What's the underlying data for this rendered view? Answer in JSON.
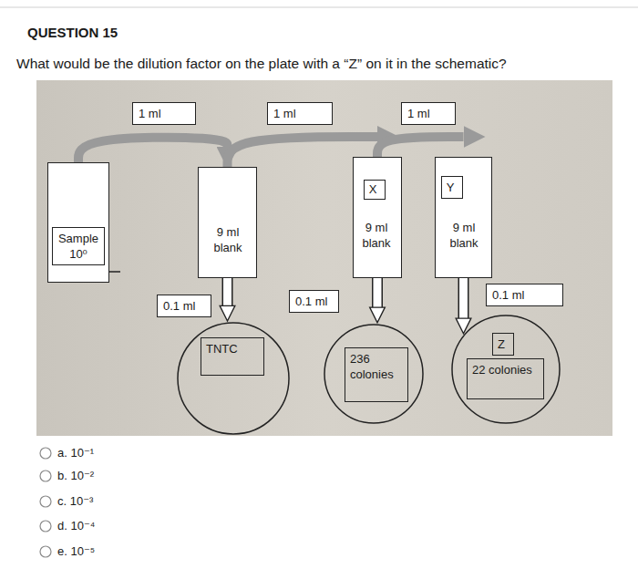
{
  "diagram": {
    "title": "QUESTION 15",
    "nodes": [
      {
        "text": [
          "Sample 10⁰"
        ]
      },
      {
        "text": [
          "9 ml blank"
        ]
      },
      {
        "text": [
          "9 ml blank"
        ]
      },
      {
        "text": [
          "X"
        ],
        "in": 2
      },
      {
        "text": [
          "9 ml blank"
        ]
      },
      {
        "text": [
          "Y"
        ],
        "in": 4
      },
      {
        "text": [
          "TNTC"
        ]
      },
      {
        "text": [
          "236 colonies"
        ]
      },
      {
        "text": [
          "22 colonies"
        ]
      },
      {
        "text": [
          "Z"
        ],
        "in": 8
      }
    ],
    "edges": [
      {
        "from": 0,
        "to": 1,
        "arrow": "to",
        "label": "1 ml"
      },
      {
        "from": 1,
        "to": 2,
        "arrow": "to",
        "label": "1 ml"
      },
      {
        "from": 2,
        "to": 4,
        "arrow": "to",
        "label": "1 ml"
      },
      {
        "from": 1,
        "to": 6,
        "arrow": "to",
        "label": "0.1 ml"
      },
      {
        "from": 2,
        "to": 7,
        "arrow": "to",
        "label": "0.1 ml"
      },
      {
        "from": 4,
        "to": 8,
        "arrow": "to",
        "label": "0.1 ml"
      }
    ],
    "labels": [
      "What would be the dilution factor on the plate with a “Z” on it in the schematic?",
      "a. 10⁻¹",
      "b. 10⁻²",
      "c. 10⁻³",
      "d. 10⁻⁴",
      "e. 10⁻⁵"
    ]
  }
}
